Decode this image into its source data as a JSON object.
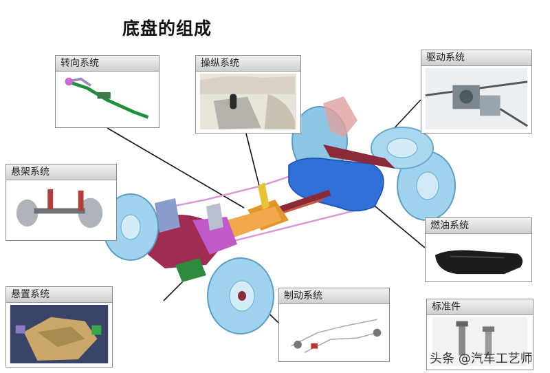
{
  "title": "底盘的组成",
  "panels": {
    "steering": "转向系统",
    "operation": "操纵系统",
    "drive": "驱动系统",
    "suspension": "悬架系统",
    "fuel": "燃油系统",
    "mount": "悬置系统",
    "brake": "制动系统",
    "standard": "标准件"
  },
  "watermark": "头条 @汽车工艺师",
  "colors": {
    "wheel": "#9fd3ee",
    "fuel_tank": "#2f6fd6",
    "subframe": "#8b2a3a",
    "steering_rack": "#e0962a",
    "pink_parts": "#c05ac8",
    "green_parts": "#2e8b3e"
  }
}
